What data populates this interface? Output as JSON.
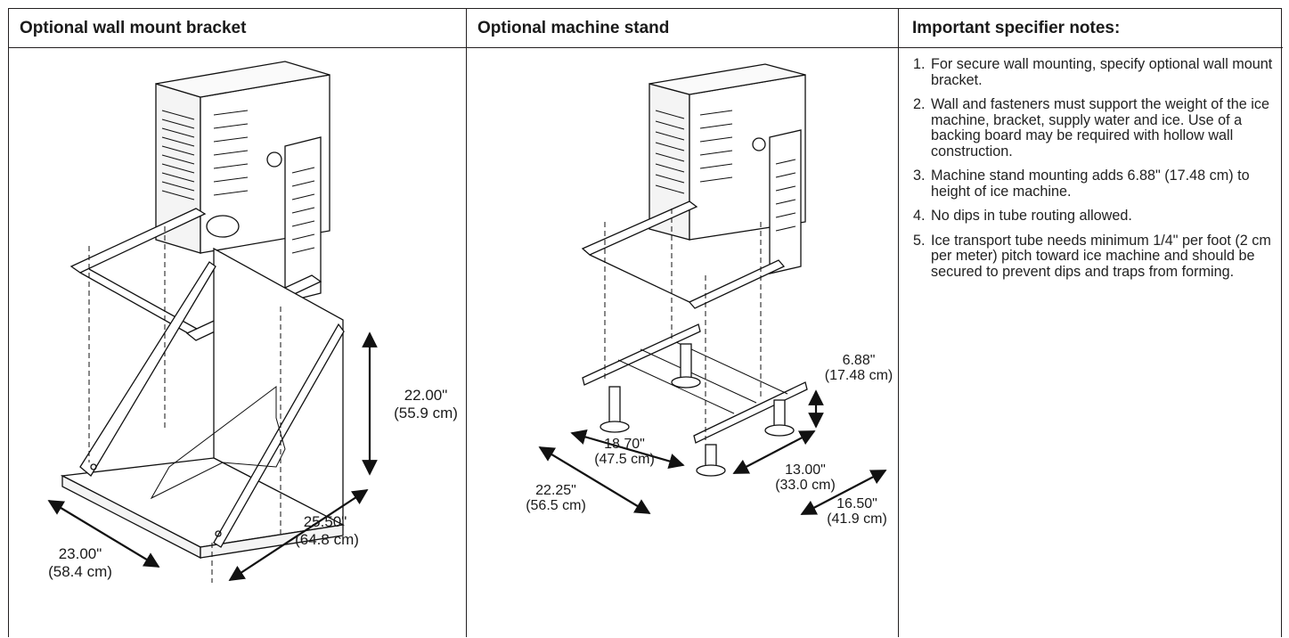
{
  "columns": {
    "bracket": {
      "title": "Optional wall mount bracket",
      "dims": {
        "height": {
          "imperial": "22.00\"",
          "metric": "(55.9 cm)"
        },
        "depth": {
          "imperial": "25.50\"",
          "metric": "(64.8 cm)"
        },
        "width": {
          "imperial": "23.00\"",
          "metric": "(58.4 cm)"
        }
      }
    },
    "stand": {
      "title": "Optional machine stand",
      "dims": {
        "height": {
          "imperial": "6.88\"",
          "metric": "(17.48 cm)"
        },
        "inner_width": {
          "imperial": "18.70\"",
          "metric": "(47.5 cm)"
        },
        "outer_width": {
          "imperial": "22.25\"",
          "metric": "(56.5 cm)"
        },
        "inner_depth": {
          "imperial": "13.00\"",
          "metric": "(33.0 cm)"
        },
        "outer_depth": {
          "imperial": "16.50\"",
          "metric": "(41.9 cm)"
        }
      }
    },
    "notes": {
      "title": "Important specifier notes:",
      "items": [
        {
          "num": "1.",
          "text": "For secure wall mounting, specify optional wall mount bracket."
        },
        {
          "num": "2.",
          "text": "Wall and fasteners must support the weight of the ice machine, bracket, supply water and ice. Use of a backing board may be required with hollow wall construction."
        },
        {
          "num": "3.",
          "text": "Machine stand mounting adds 6.88\" (17.48 cm) to height of ice machine."
        },
        {
          "num": "4.",
          "text": "No dips in tube routing allowed."
        },
        {
          "num": "5.",
          "text": "Ice transport tube needs minimum 1/4\" per foot (2 cm per meter) pitch toward ice machine and should be secured to prevent dips and traps from forming."
        }
      ]
    }
  }
}
